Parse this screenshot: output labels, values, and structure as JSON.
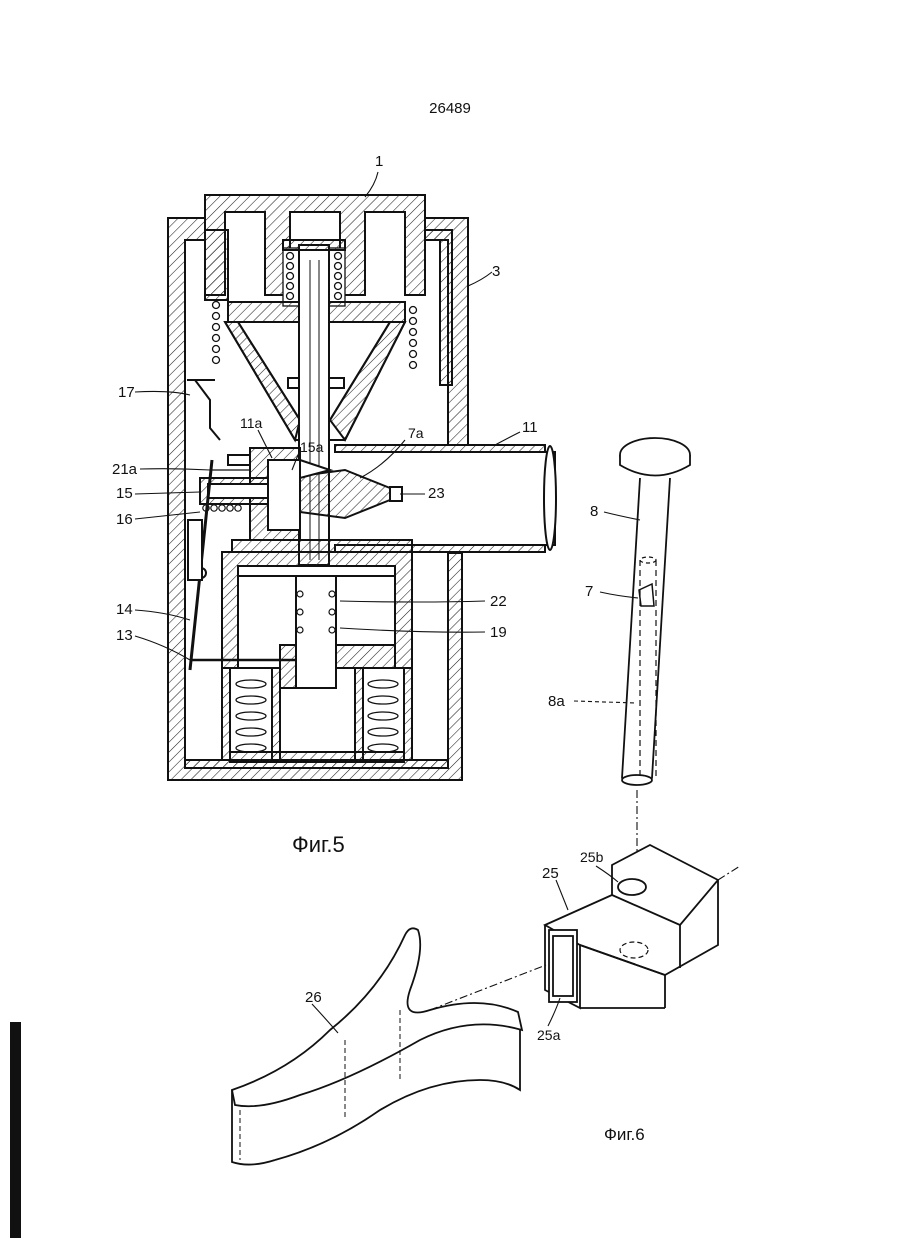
{
  "page": {
    "number": "26489"
  },
  "figures": {
    "fig5": {
      "caption": "Фиг.5",
      "labels": {
        "l1": "1",
        "l3": "3",
        "l17": "17",
        "l11a": "11a",
        "l15a": "15a",
        "l7a": "7a",
        "l11": "11",
        "l21a": "21a",
        "l15": "15",
        "l23": "23",
        "l16": "16",
        "l22": "22",
        "l14": "14",
        "l19": "19",
        "l13": "13"
      }
    },
    "fig6": {
      "caption": "Фиг.6",
      "labels": {
        "l8": "8",
        "l7": "7",
        "l8a": "8a",
        "l25b": "25b",
        "l25": "25",
        "l26": "26",
        "l25a": "25a"
      }
    }
  }
}
